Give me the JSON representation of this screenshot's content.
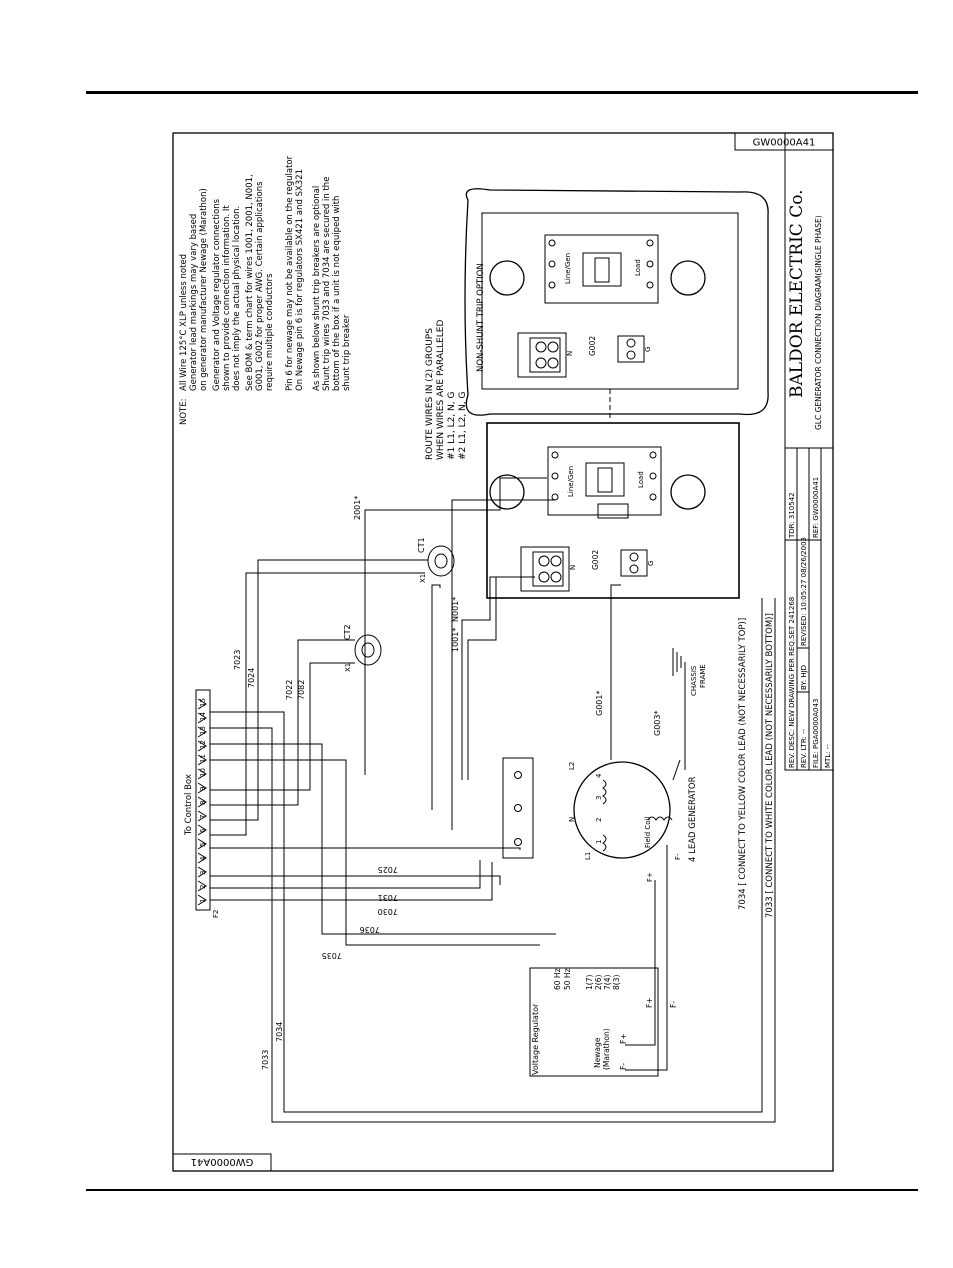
{
  "drawing_id": "GW0000A41",
  "notes": {
    "label": "NOTE:",
    "lines": [
      "All Wire 125°C XLP unless noted",
      "Generator lead markings may vary based",
      "on generator manufacturer Newage (Marathon)",
      "Generator and Voltage regulator connections",
      "shown to provide connection information. It",
      "does not imply the actual physical location.",
      "See BOM & term chart for wires 1001, 2001, N001,",
      "G001, G002 for proper AWG. Certain applications",
      "require multiple conductors",
      "",
      "Pin 6 for newage may not be available on the regulator",
      "On Newage pin 6 is for regulators SX421 and SX321",
      "",
      "As shown below shunt trip breakers are optional",
      "Shunt trip wires 7033 and 7034 are secured in the",
      "bottom of the box if a unit is not equiped with",
      "shunt trip breaker"
    ]
  },
  "route_note": [
    "ROUTE WIRES IN (2) GROUPS",
    "WHEN WIRES ARE PARALLELED",
    "#1 L1, L2, N, G",
    "#2 L1, L2, N, G"
  ],
  "non_shunt_label": "NON-SHUNT TRIP OPTION",
  "breaker": {
    "line_gen": "Line/Gen",
    "load": "Load"
  },
  "terminal_labels": {
    "n": "N",
    "g": "G",
    "g002": "G002"
  },
  "ct": {
    "ct1": "CT1",
    "ct2": "CT2",
    "x1": "X1"
  },
  "control_box": {
    "title": "To Control Box",
    "pins": [
      "1",
      "2",
      "3",
      "4",
      "5",
      "6",
      "7",
      "8",
      "9",
      "10",
      "11",
      "12",
      "13",
      "14",
      "15"
    ],
    "f2": "F2"
  },
  "wires": {
    "w7023": "7023",
    "w7024": "7024",
    "w7022": "7022",
    "w7082": "7082",
    "w7025": "7025",
    "w7031": "7031",
    "w7030": "7030",
    "w7036": "7036",
    "w7035": "7035",
    "w7034": "7034",
    "w7033": "7033",
    "w2001": "2001*",
    "w1001": "1001*",
    "wN001": "N001*",
    "wG001": "G001*",
    "wG003": "G003*"
  },
  "chassis": [
    "CHASSIS",
    "FRAME"
  ],
  "generator": {
    "title": "4 LEAD GENERATOR",
    "field_coil": "Field Coil",
    "l1": "L1",
    "l2": "L2",
    "n": "N",
    "t1": "1",
    "t2": "2",
    "t3": "3",
    "t4": "4",
    "fminus": "F-",
    "fplus": "F+"
  },
  "regulator": {
    "title": "Voltage Regulator",
    "brand": "Newage",
    "brand2": "(Marathon)",
    "fminus": "F-",
    "fplus": "F+",
    "hz60": "60 Hz",
    "hz50": "50 Hz",
    "pins": [
      "1(7)",
      "2(6)",
      "7(4)",
      "8(3)"
    ],
    "fplus_wire": "F+",
    "fminus_wire": "F-"
  },
  "shunt_notes": [
    "7034 [ CONNECT TO YELLOW COLOR LEAD (NOT NECESSARILY TOP)]",
    "7033 [ CONNECT TO WHITE COLOR LEAD (NOT NECESSARILY BOTTOM)]"
  ],
  "title_block": {
    "company": "BALDOR ELECTRIC Co.",
    "title": "GLC GENERATOR CONNECTION DIAGRAM(SINGLE PHASE)",
    "rev_desc": "REV. DESC: NEW DRAWING PER REQ.SET 241268",
    "rev_ltr": "REV. LTR: --",
    "by": "BY: HJD",
    "revised": "REVISED: 10:05:27 08/26/2003",
    "tdr": "TDR: 310542",
    "file": "FILE: PGA0000A043",
    "ref": "REF: GW0000A41",
    "mtl": "MTL: --"
  }
}
